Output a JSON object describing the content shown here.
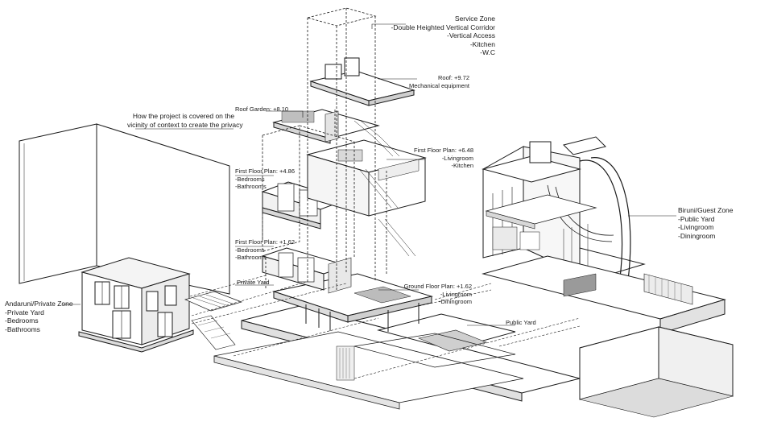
{
  "labels": {
    "service_zone": {
      "title": "Service Zone",
      "items": [
        "-Double Heighted Vertical Corridor",
        "-Vertical Access",
        "-Kitchen",
        "-W.C"
      ]
    },
    "roof": {
      "title": "Roof: +9.72",
      "items": [
        "Mechanical equipment"
      ]
    },
    "roof_garden": {
      "title": "Roof Garden: +8.10"
    },
    "context_note": {
      "lines": [
        "How the project is covered on the",
        "vicinity of context to create the privacy"
      ]
    },
    "first_floor_648": {
      "title": "First Floor Plan: +6.48",
      "items": [
        "-Livingroom",
        "-Kitchen"
      ]
    },
    "first_floor_486": {
      "title": "First Floor Plan: +4.86",
      "items": [
        "-Bedrooms",
        "-Bathrooms"
      ]
    },
    "first_floor_162": {
      "title": "First Floor Plan: +1.62",
      "items": [
        "-Bedrooms",
        "-Bathrooms"
      ]
    },
    "private_yard": {
      "title": "Private Yard"
    },
    "ground_floor": {
      "title": "Ground Floor Plan: +1.62",
      "items": [
        "-Livingroom",
        "-Diningroom"
      ]
    },
    "public_yard": {
      "title": "Public Yard"
    },
    "andaruni": {
      "title": "Andaruni/Private Zone",
      "items": [
        "-Private Yard",
        "-Bedrooms",
        "-Bathrooms"
      ]
    },
    "biruni": {
      "title": "Biruni/Guest Zone",
      "items": [
        "-Public Yard",
        "-Livingroom",
        "-Diningroom"
      ]
    }
  },
  "colors": {
    "line": "#1a1a1a",
    "light": "#555555",
    "wall": "#ffffff",
    "shadow": "#d9d9d9",
    "dark": "#8c8c8c"
  }
}
